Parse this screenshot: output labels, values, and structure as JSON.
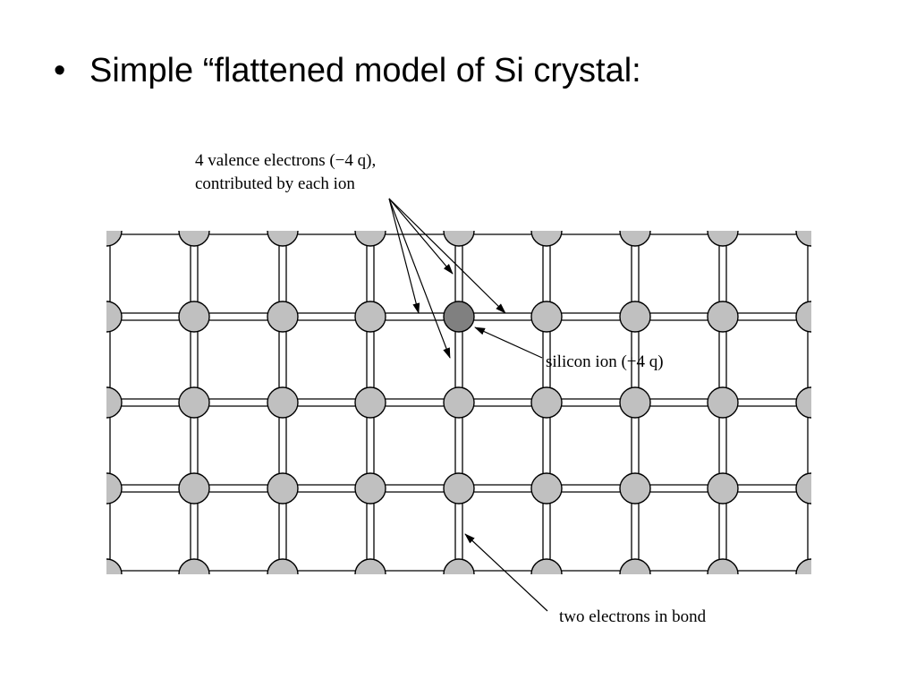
{
  "slide": {
    "bullet": "•",
    "title": "Simple “flattened model of Si crystal:"
  },
  "diagram": {
    "labels": {
      "valence_line1": "4 valence electrons (−4 q),",
      "valence_line2": "contributed by each ion",
      "silicon_ion": "silicon ion (+4 q)",
      "bond": "two electrons in bond"
    },
    "colors": {
      "ion_fill": "#c0c0c0",
      "highlight_ion_fill": "#808080",
      "stroke": "#000000"
    }
  }
}
